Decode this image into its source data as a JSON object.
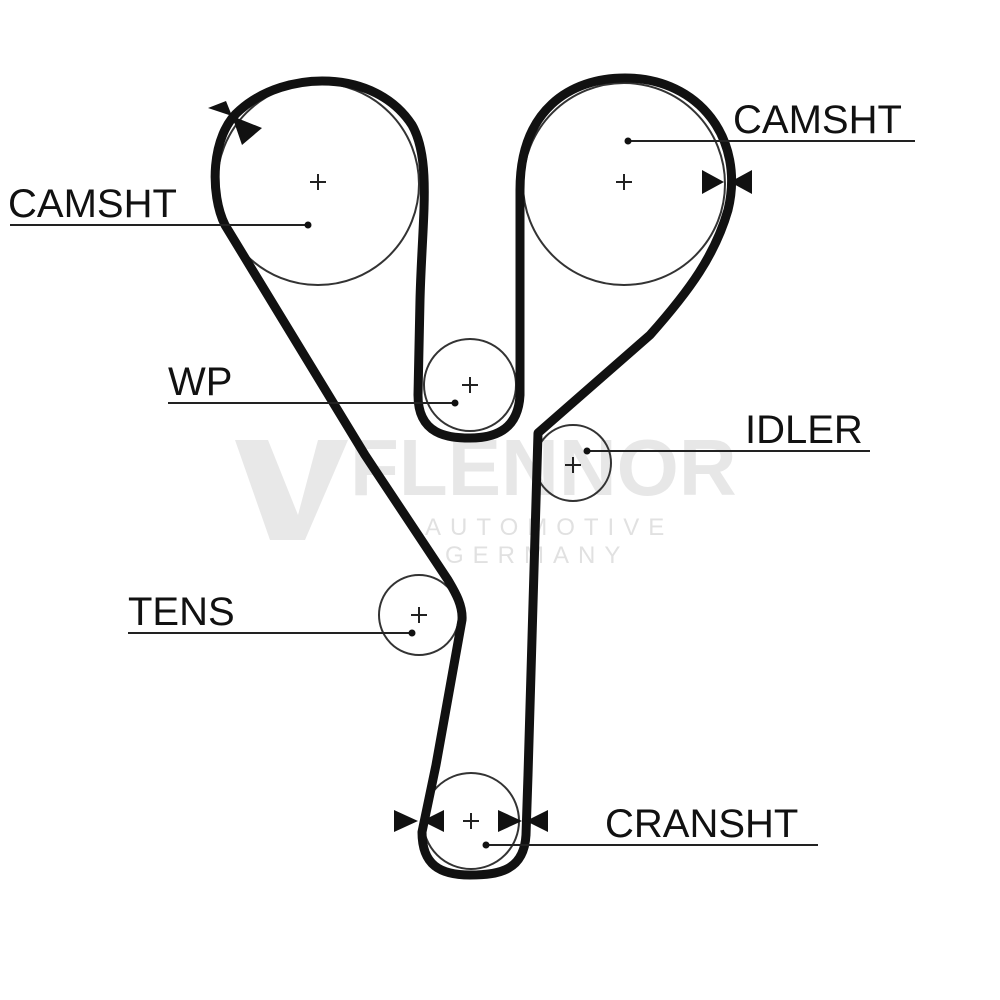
{
  "labels": {
    "camshaft_left": "CAMSHT",
    "camshaft_right": "CAMSHT",
    "water_pump": "WP",
    "idler": "IDLER",
    "tensioner": "TENS",
    "crankshaft": "CRANSHT"
  },
  "watermark": {
    "brand": "FLENNOR",
    "line1": "AUTOMOTIVE",
    "line2": "GERMANY"
  },
  "colors": {
    "belt": "#111111",
    "pulley": "#333333",
    "watermark": "#bdbdbd"
  }
}
